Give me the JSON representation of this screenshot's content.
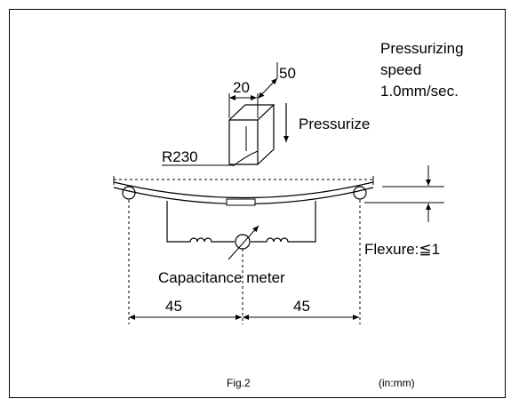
{
  "labels": {
    "speed_line1": "Pressurizing",
    "speed_line2": "speed",
    "speed_line3": "1.0mm/sec.",
    "dim_width": "20",
    "dim_depth": "50",
    "pressurize": "Pressurize",
    "radius": "R230",
    "flexure": "Flexure:≦1",
    "meter": "Capacitance meter",
    "span_left": "45",
    "span_right": "45",
    "figure": "Fig.2",
    "units": "(in:mm)"
  }
}
